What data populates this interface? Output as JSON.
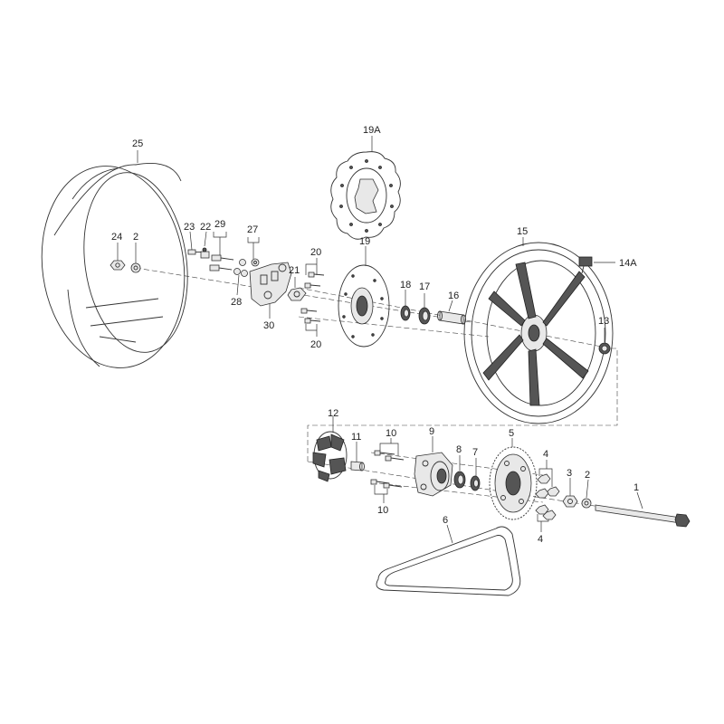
{
  "diagram": {
    "labels": [
      {
        "id": "25",
        "text": "25"
      },
      {
        "id": "19A",
        "text": "19A"
      },
      {
        "id": "15",
        "text": "15"
      },
      {
        "id": "14A",
        "text": "14A"
      },
      {
        "id": "24",
        "text": "24"
      },
      {
        "id": "2a",
        "text": "2"
      },
      {
        "id": "23",
        "text": "23"
      },
      {
        "id": "22",
        "text": "22"
      },
      {
        "id": "29",
        "text": "29"
      },
      {
        "id": "27",
        "text": "27"
      },
      {
        "id": "28",
        "text": "28"
      },
      {
        "id": "30",
        "text": "30"
      },
      {
        "id": "21",
        "text": "21"
      },
      {
        "id": "20a",
        "text": "20"
      },
      {
        "id": "20b",
        "text": "20"
      },
      {
        "id": "19",
        "text": "19"
      },
      {
        "id": "18",
        "text": "18"
      },
      {
        "id": "17",
        "text": "17"
      },
      {
        "id": "16",
        "text": "16"
      },
      {
        "id": "13",
        "text": "13"
      },
      {
        "id": "12",
        "text": "12"
      },
      {
        "id": "11",
        "text": "11"
      },
      {
        "id": "10a",
        "text": "10"
      },
      {
        "id": "10b",
        "text": "10"
      },
      {
        "id": "9",
        "text": "9"
      },
      {
        "id": "8",
        "text": "8"
      },
      {
        "id": "7",
        "text": "7"
      },
      {
        "id": "5",
        "text": "5"
      },
      {
        "id": "4a",
        "text": "4"
      },
      {
        "id": "4b",
        "text": "4"
      },
      {
        "id": "3",
        "text": "3"
      },
      {
        "id": "2b",
        "text": "2"
      },
      {
        "id": "1",
        "text": "1"
      },
      {
        "id": "6",
        "text": "6"
      }
    ]
  }
}
